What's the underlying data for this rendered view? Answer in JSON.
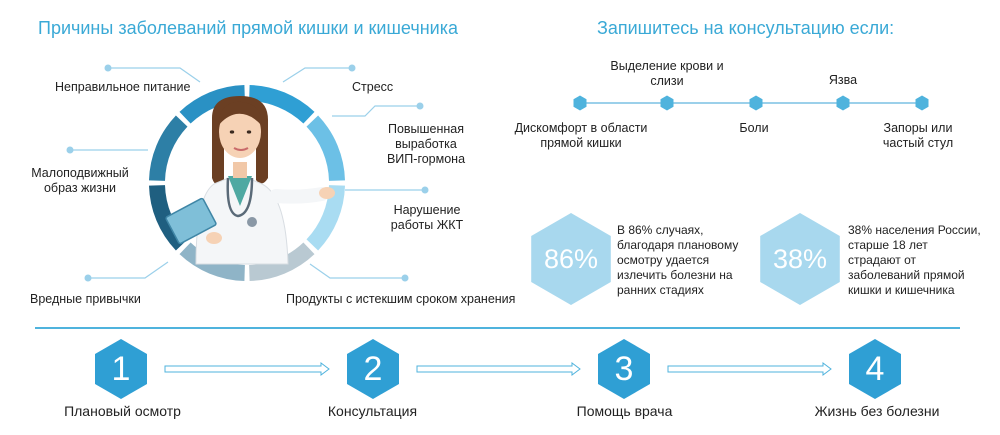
{
  "causes": {
    "title": "Причины заболеваний прямой кишки и кишечника",
    "items": [
      "Неправильное питание",
      "Стресс",
      "Повышенная выработка ВИП-гормона",
      "Малоподвижный образ жизни",
      "Нарушение работы ЖКТ",
      "Вредные привычки",
      "Продукты с истекшим сроком хранения"
    ],
    "ring_colors": [
      "#2f9fd4",
      "#6cc0e6",
      "#a9dcf2",
      "#b9c9d2",
      "#8fb4c7",
      "#1f5f80",
      "#2d7fa6",
      "#2a91c4"
    ],
    "accent_color": "#2f9fd4"
  },
  "consult": {
    "title": "Запишитесь на консультацию если:",
    "symptoms_top": [
      "Выделение крови и слизи",
      "Язва"
    ],
    "symptoms_bottom": [
      "Дискомфорт в области прямой кишки",
      "Боли",
      "Запоры или частый стул"
    ],
    "stats": [
      {
        "value": "86%",
        "text": "В 86% случаях, благодаря плановому осмотру удается излечить болезни на ранних стадиях"
      },
      {
        "value": "38%",
        "text": "38% населения России, старше 18 лет страдают от заболеваний прямой кишки и кишечника"
      }
    ],
    "hex_color": "#a8d8ee"
  },
  "steps": {
    "items": [
      {
        "number": "1",
        "label": "Плановый осмотр"
      },
      {
        "number": "2",
        "label": "Консультация"
      },
      {
        "number": "3",
        "label": "Помощь врача"
      },
      {
        "number": "4",
        "label": "Жизнь без болезни"
      }
    ],
    "hex_color": "#2f9fd4"
  }
}
